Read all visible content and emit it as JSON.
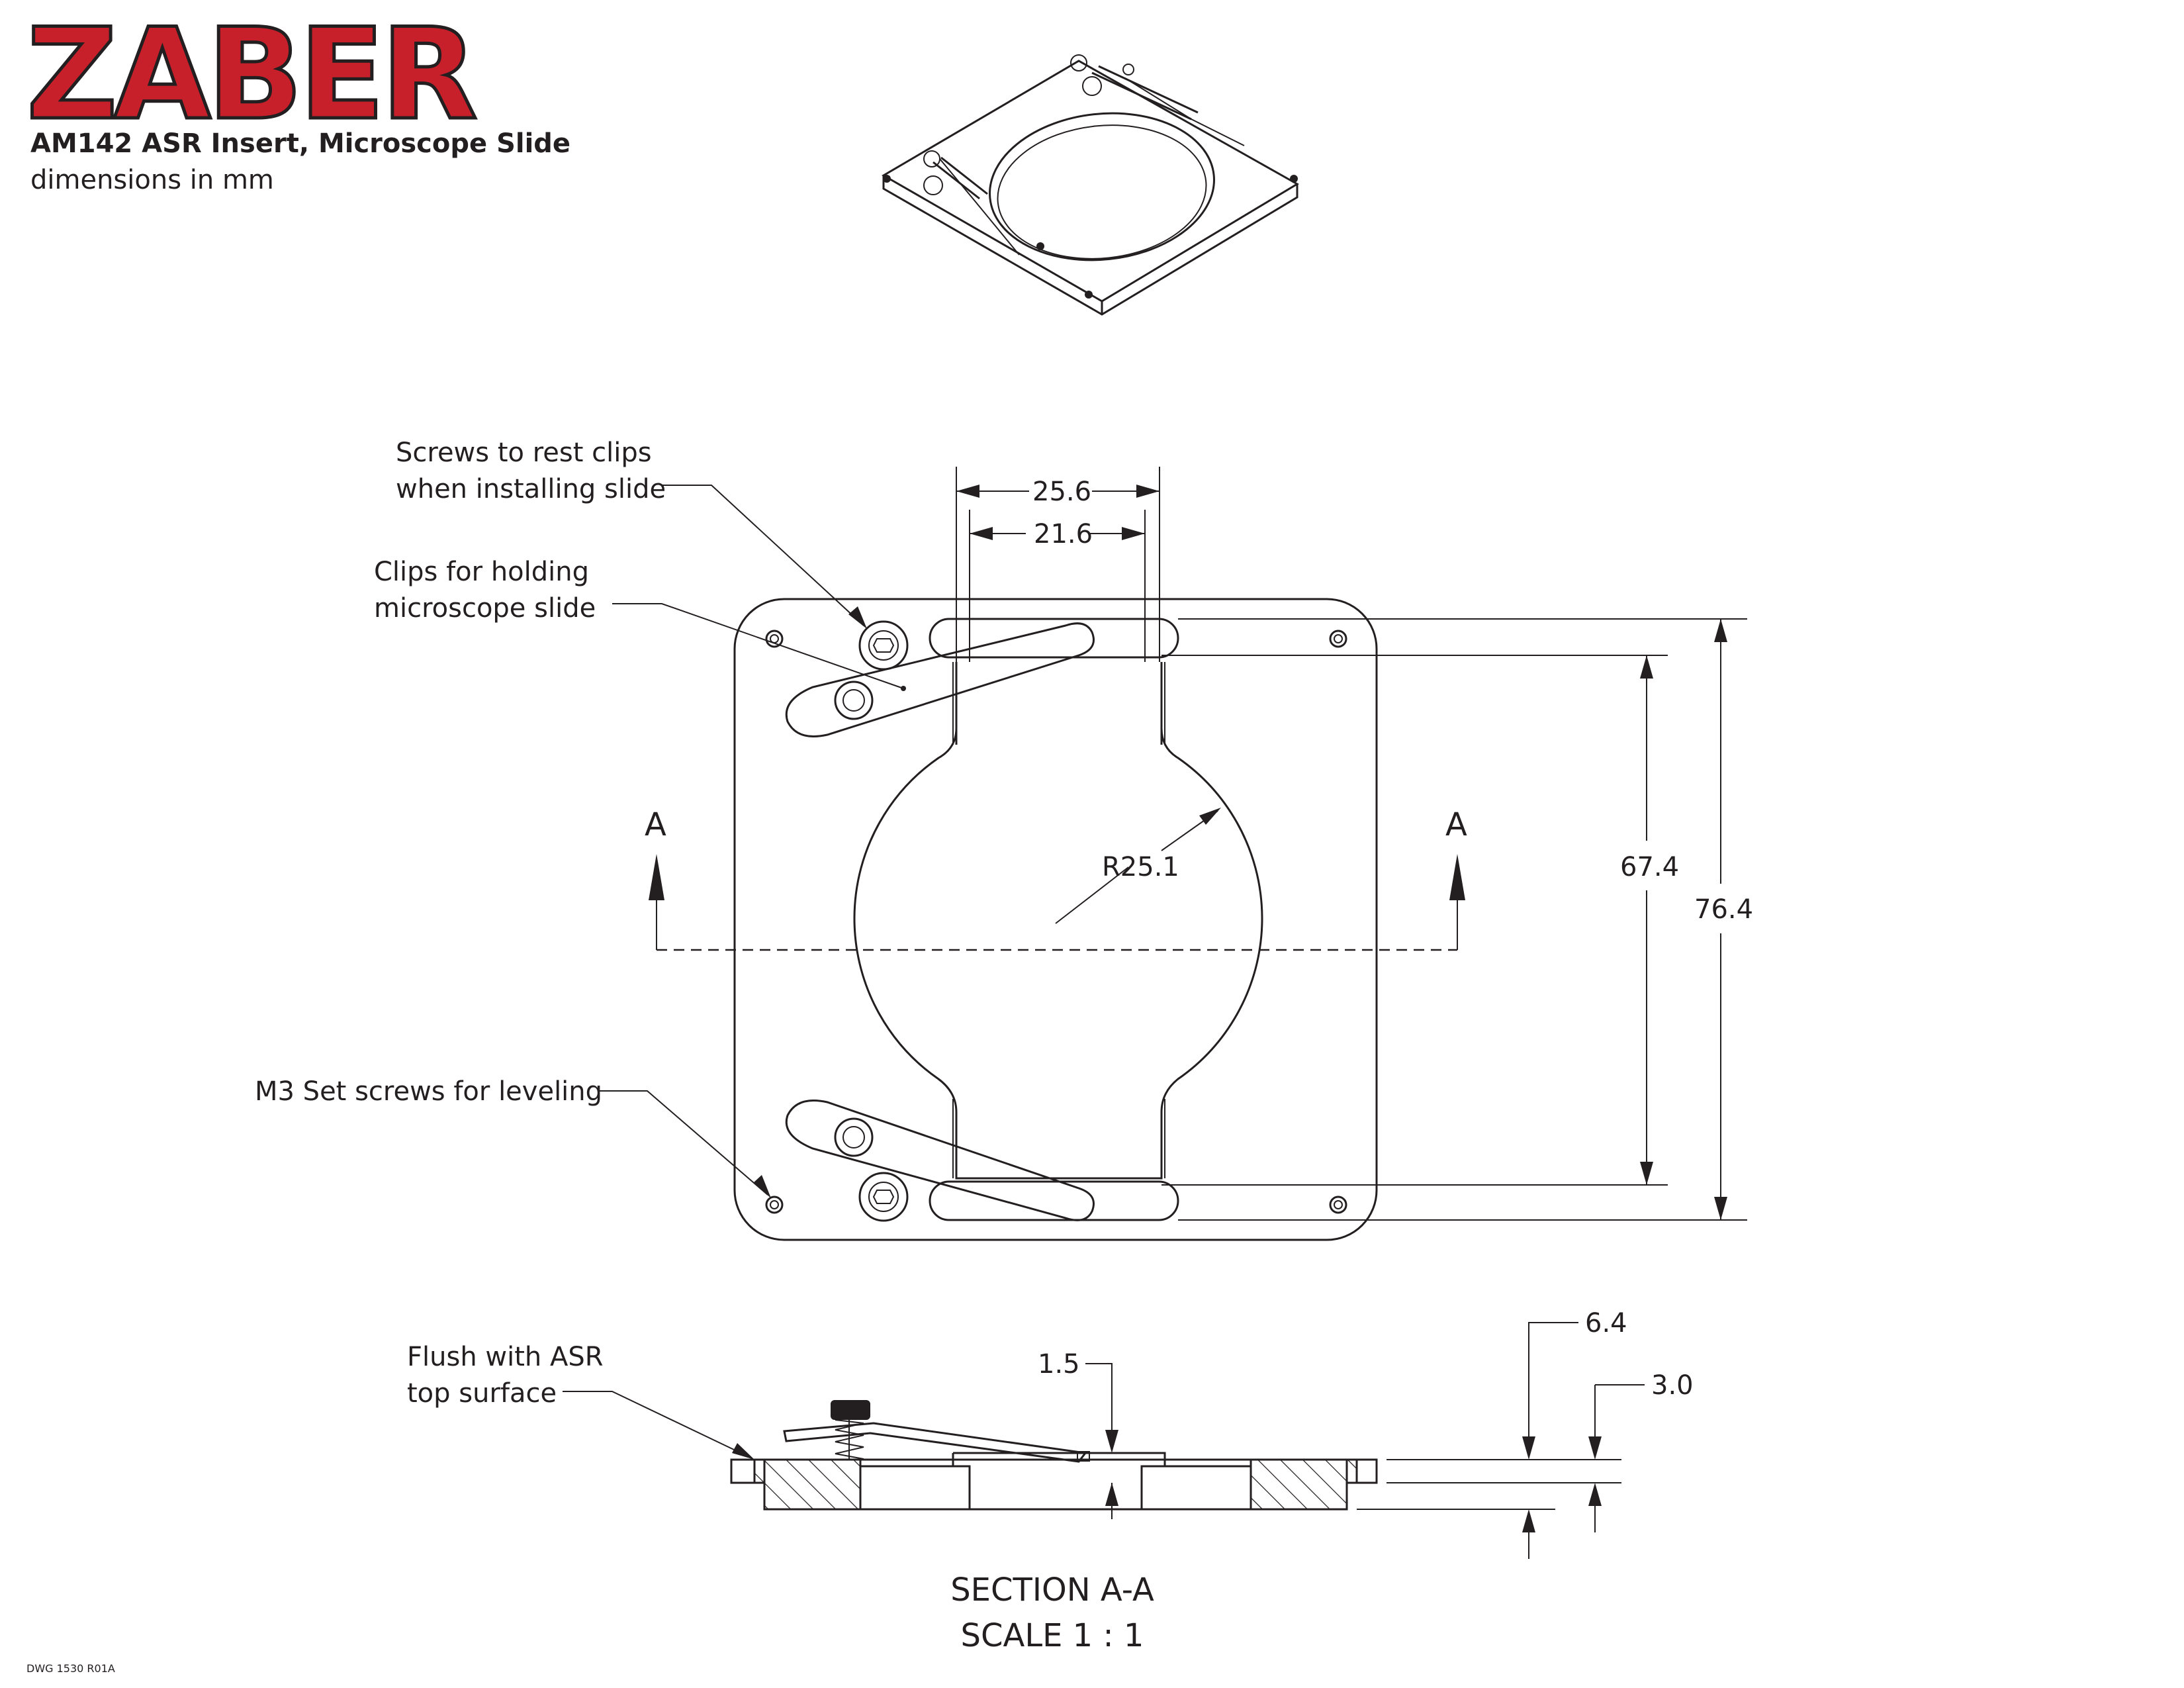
{
  "header": {
    "logo_text": "ZABER",
    "title": "AM142 ASR Insert, Microscope Slide",
    "subtitle": "dimensions in mm"
  },
  "callouts": {
    "screws_line1": "Screws to rest clips",
    "screws_line2": "when installing slide",
    "clips_line1": "Clips for holding",
    "clips_line2": "microscope slide",
    "setscrews": "M3 Set screws for leveling",
    "flush_line1": "Flush with ASR",
    "flush_line2": "top surface"
  },
  "dimensions": {
    "width_outer": "25.6",
    "width_inner": "21.6",
    "radius": "R25.1",
    "height_inner": "67.4",
    "height_outer": "76.4",
    "thickness_total": "6.4",
    "thickness_plate": "3.0",
    "recess_depth": "1.5"
  },
  "section": {
    "marker_left": "A",
    "marker_right": "A",
    "caption_line1": "SECTION A-A",
    "caption_line2": "SCALE 1 : 1"
  },
  "footer": {
    "drawing_number": "DWG 1530 R01A"
  },
  "colors": {
    "brand_red": "#c8202a",
    "ink": "#231f20"
  }
}
